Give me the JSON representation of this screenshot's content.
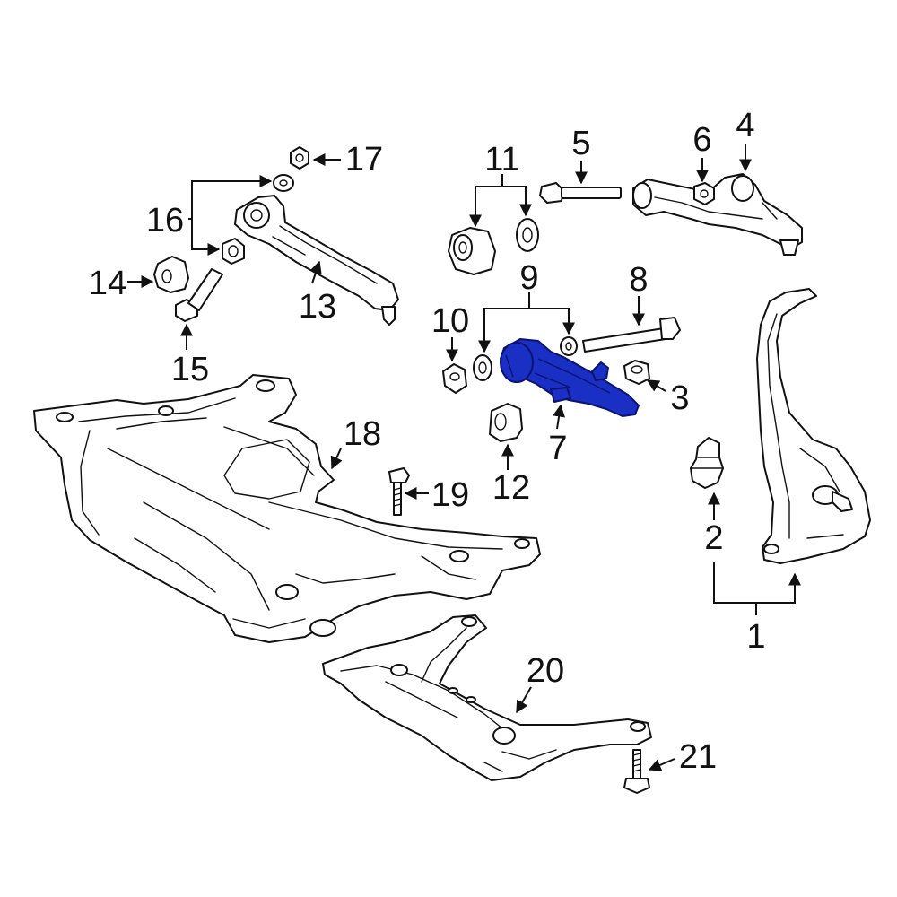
{
  "diagram": {
    "highlight_color": "#1a2fc4",
    "line_color": "#111111",
    "callouts": [
      {
        "id": "1",
        "text": "1"
      },
      {
        "id": "2",
        "text": "2"
      },
      {
        "id": "3",
        "text": "3"
      },
      {
        "id": "4",
        "text": "4"
      },
      {
        "id": "5",
        "text": "5"
      },
      {
        "id": "6",
        "text": "6"
      },
      {
        "id": "7",
        "text": "7"
      },
      {
        "id": "8",
        "text": "8"
      },
      {
        "id": "9",
        "text": "9"
      },
      {
        "id": "10",
        "text": "10"
      },
      {
        "id": "11",
        "text": "11"
      },
      {
        "id": "12",
        "text": "12"
      },
      {
        "id": "13",
        "text": "13"
      },
      {
        "id": "14",
        "text": "14"
      },
      {
        "id": "15",
        "text": "15"
      },
      {
        "id": "16",
        "text": "16"
      },
      {
        "id": "17",
        "text": "17"
      },
      {
        "id": "18",
        "text": "18"
      },
      {
        "id": "19",
        "text": "19"
      },
      {
        "id": "20",
        "text": "20"
      },
      {
        "id": "21",
        "text": "21"
      }
    ]
  }
}
